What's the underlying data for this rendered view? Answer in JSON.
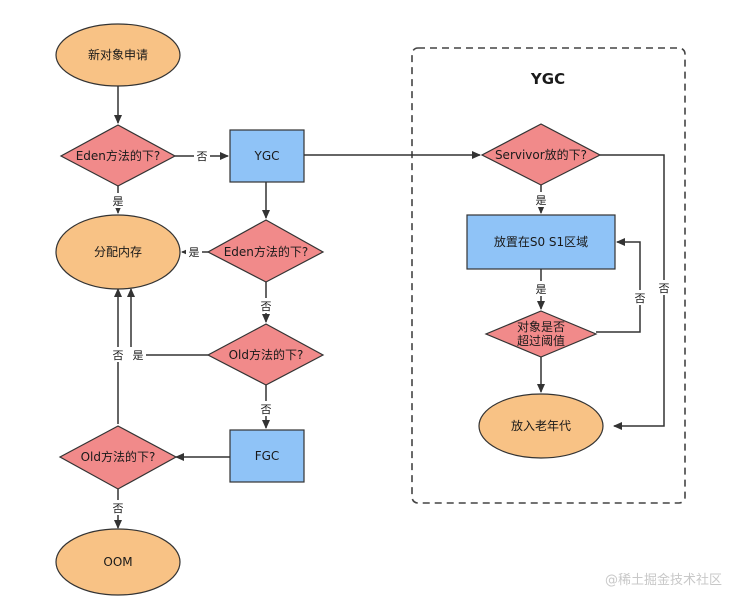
{
  "diagram": {
    "group_title": "YGC",
    "nodes": {
      "new_object": "新对象申请",
      "eden_fit_1": "Eden方法的下?",
      "ygc": "YGC",
      "eden_fit_2": "Eden方法的下?",
      "allocate": "分配内存",
      "old_fit_1": "Old方法的下?",
      "fgc": "FGC",
      "old_fit_2": "Old方法的下?",
      "oom": "OOM",
      "survivor_fit": "Servivor放的下?",
      "place_s0s1": "放置在S0 S1区域",
      "threshold_line1": "对象是否",
      "threshold_line2": "超过阈值",
      "old_gen": "放入老年代"
    },
    "edge_labels": {
      "eden1_no": "否",
      "eden1_yes": "是",
      "eden2_yes": "是",
      "eden2_no": "否",
      "old1_yes": "是",
      "old1_no": "否",
      "oldfit2_no": "否",
      "old2_no": "否",
      "survivor_yes": "是",
      "survivor_no": "否",
      "place_yes": "是",
      "threshold_no": "否"
    }
  },
  "watermark": "@稀土掘金技术社区",
  "colors": {
    "ellipse": "#F8C285",
    "diamond": "#F18A8A",
    "rect": "#8FC3F7",
    "stroke": "#333333"
  }
}
